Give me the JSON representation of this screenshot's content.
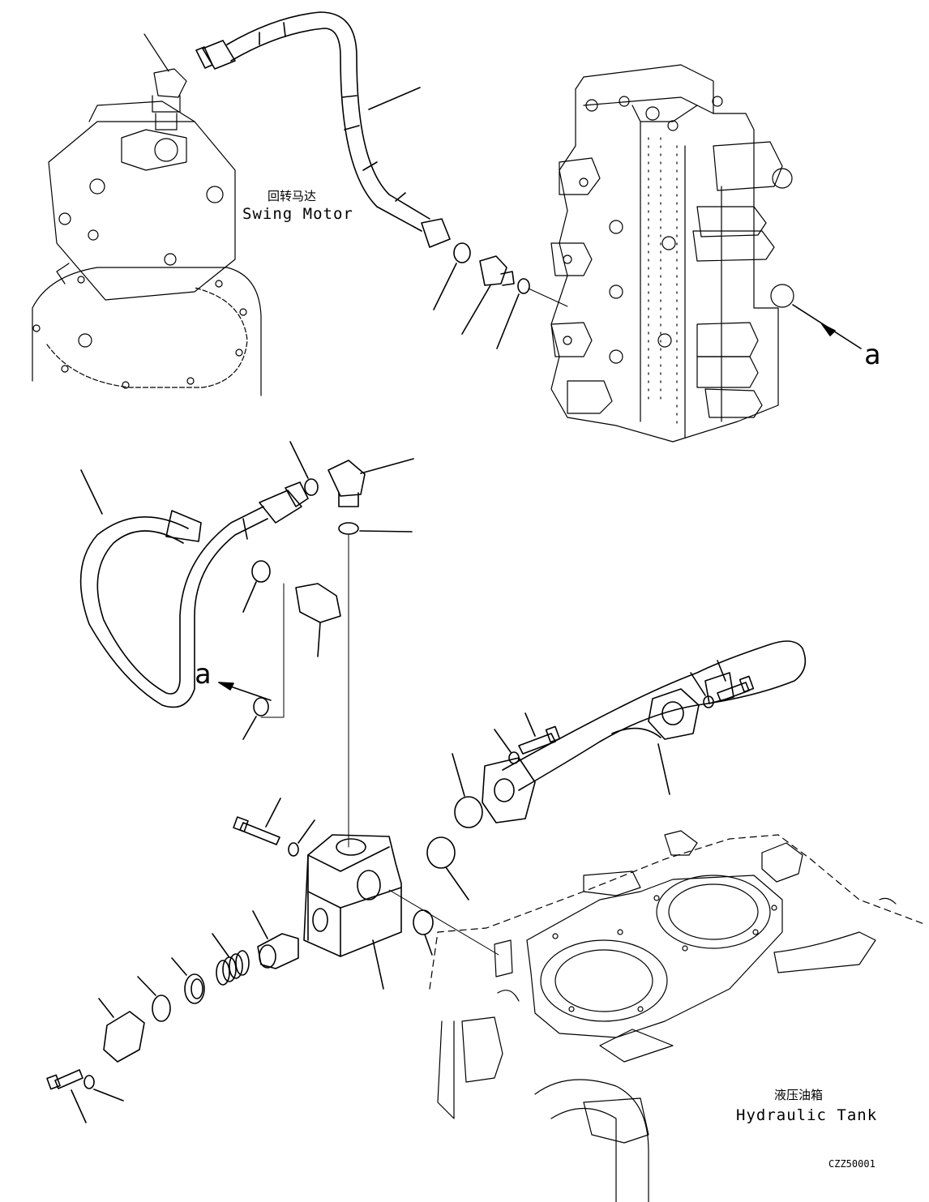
{
  "labels": {
    "swing_motor_cn": "回转马达",
    "swing_motor_en": "Swing Motor",
    "hydraulic_tank_cn": "液压油箱",
    "hydraulic_tank_en": "Hydraulic Tank",
    "view_a_top": "a",
    "view_a_left": "a",
    "drawing_code": "CZZ50001"
  },
  "colors": {
    "ink": "#000000",
    "ghost": "#555555",
    "paper": "#ffffff"
  }
}
